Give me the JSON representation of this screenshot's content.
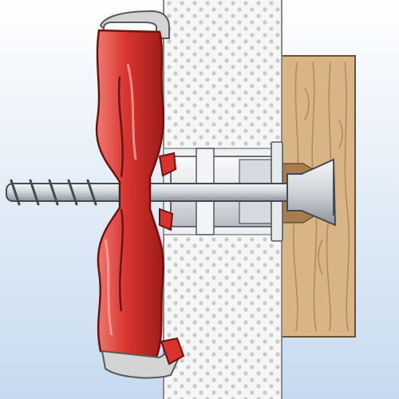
{
  "colors": {
    "background_top": "#ffffff",
    "background_bottom": "#c6daef",
    "wall_face": "#f6f6f6",
    "wall_dots": "#c9c9c9",
    "wall_edge": "#8a8a8a",
    "wood": "#d9b487",
    "wood_grain": "#b58b5c",
    "anchor_red": "#d7342f",
    "anchor_highlight": "#f07a70",
    "anchor_shadow": "#9e1c19",
    "anchor_cap": "#d4d4d4",
    "screw_metal": "#cfd3d8",
    "screw_dark": "#444a52",
    "sleeve": "#e3e5e8"
  },
  "parts": [
    "wood-board",
    "drywall-panel",
    "nylon-anchor",
    "screw",
    "expansion-sleeve"
  ]
}
